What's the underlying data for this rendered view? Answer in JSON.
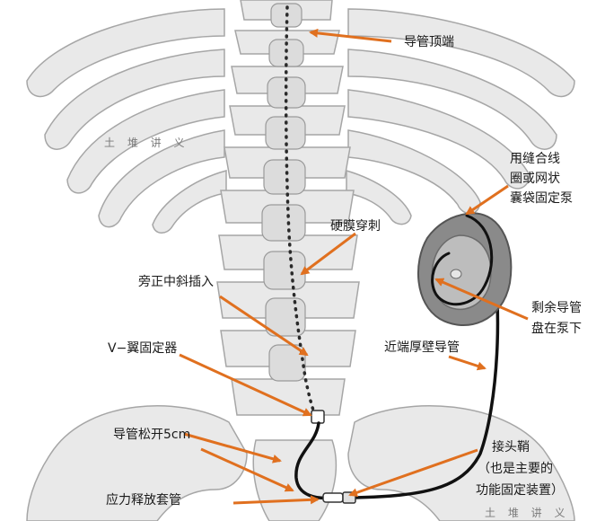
{
  "colors": {
    "background": "#ffffff",
    "bone_fill": "#e9e9e9",
    "bone_stroke": "#a6a6a6",
    "arrow": "#e0701f",
    "catheter": "#111111",
    "pump_outer": "#8a8a8a",
    "pump_inner": "#bdbdbd",
    "label_text": "#1a1a1a",
    "watermark": "#7a7a7a"
  },
  "labels": {
    "catheter_tip": "导管顶端",
    "suture_fix_line1": "用缝合线",
    "suture_fix_line2": "圈或网状",
    "suture_fix_line3": "囊袋固定泵",
    "dural_puncture": "硬膜穿刺",
    "paramedian_insertion": "旁正中斜插入",
    "excess_catheter_line1": "剩余导管",
    "excess_catheter_line2": "盘在泵下",
    "proximal_catheter": "近端厚壁导管",
    "v_wing_anchor": "V−翼固定器",
    "catheter_slack": "导管松开5cm",
    "connector_line1": "接头鞘",
    "connector_line2": "（也是主要的",
    "connector_line3": "功能固定装置）",
    "strain_relief": "应力释放套管"
  },
  "watermarks": {
    "top": "土 堆 讲 义",
    "bottom": "土 堆 讲 义"
  }
}
